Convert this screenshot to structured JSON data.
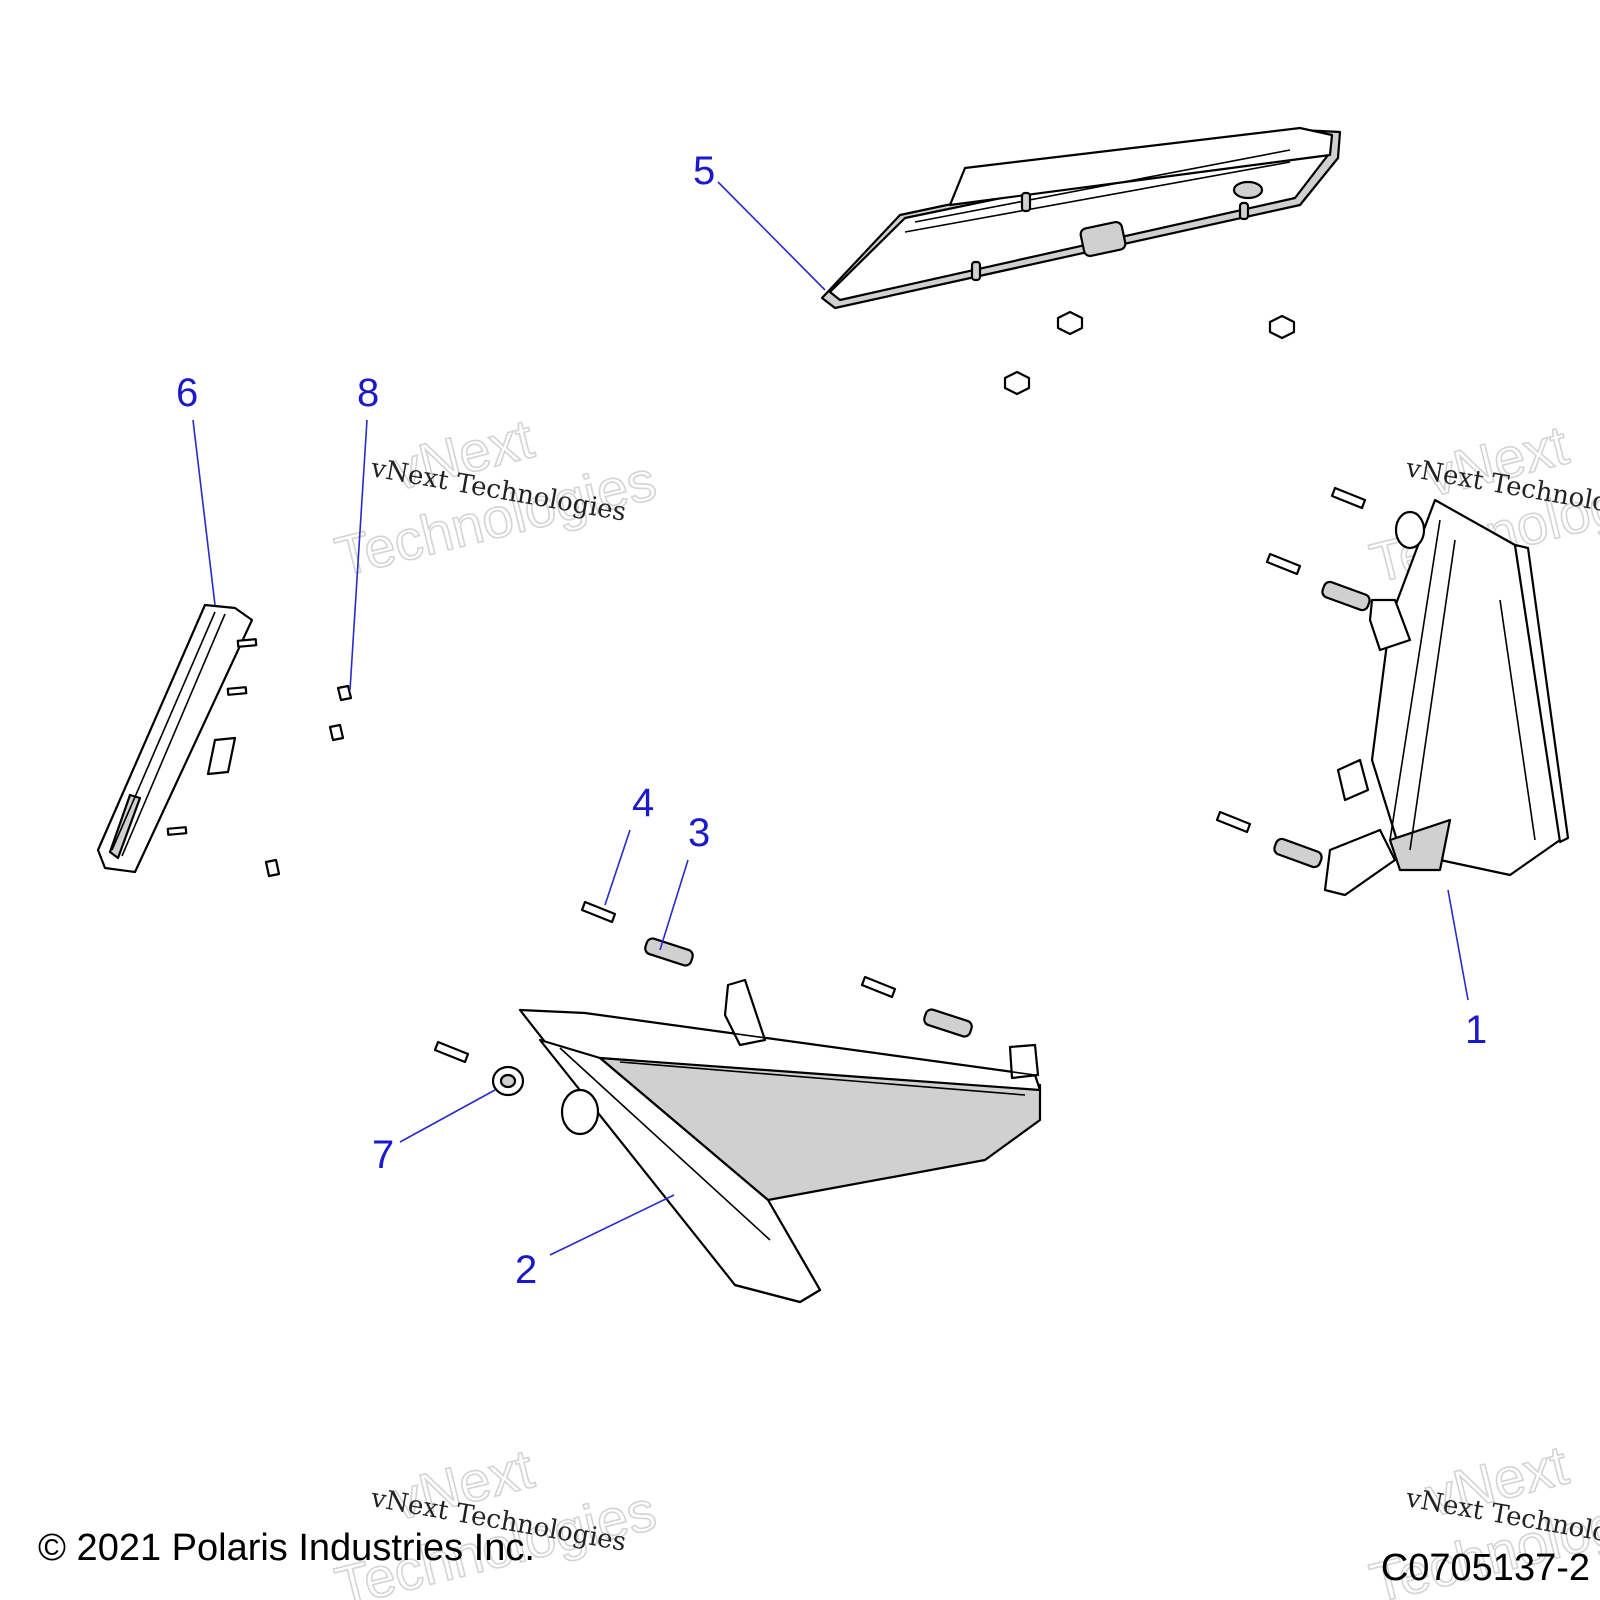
{
  "callouts": [
    "1",
    "2",
    "3",
    "4",
    "5",
    "6",
    "7",
    "8"
  ],
  "watermark": {
    "outline_line1": "vNext",
    "outline_line2": "Technologies",
    "serif_text": "vNext Technologies"
  },
  "footer": {
    "copyright": "© 2021 Polaris Industries Inc.",
    "drawing_number": "C0705137-2"
  }
}
